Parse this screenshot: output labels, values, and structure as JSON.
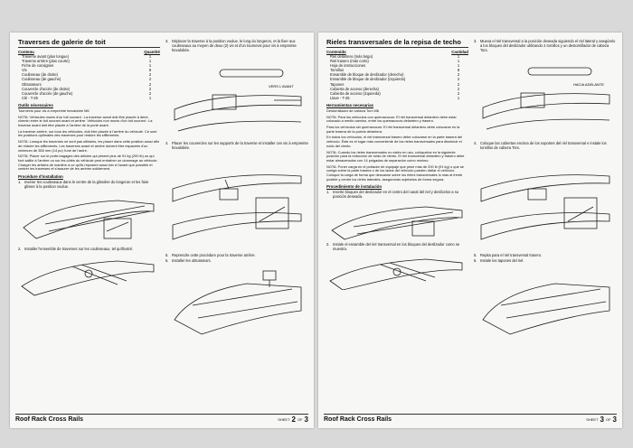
{
  "left": {
    "title": "Traverses de galerie de toit",
    "contents_header": "Contenu",
    "quantity_header": "Quantité",
    "contents": [
      {
        "item": "Traverse avant (plus longue)",
        "qty": "1"
      },
      {
        "item": "Traverse arrière (plus courte)",
        "qty": "1"
      },
      {
        "item": "Fiche de consignes",
        "qty": "1"
      },
      {
        "item": "Vis",
        "qty": "8"
      },
      {
        "item": "Coulisseau (de droite)",
        "qty": "2"
      },
      {
        "item": "Coulisseau (de gauche)",
        "qty": "2"
      },
      {
        "item": "Obturateurs",
        "qty": "2"
      },
      {
        "item": "Couvercle d'accès (de droite)",
        "qty": "2"
      },
      {
        "item": "Couvercle d'accès (de gauche)",
        "qty": "2"
      },
      {
        "item": "Clé - T-25",
        "qty": "1"
      }
    ],
    "tools_head": "Outils nécessaires",
    "tools_text": "Tournevis pour vis à empreinte hexalobée M6",
    "note1": "NOTA: Véhicules munis d'un toit ouvrant : La traverse avant doit être placée à demi-chemin entre le toit ouvrant avant et arrière. Véhicules non munis d'un toit ouvrant : La traverse avant doit être placée à l'arrière de la porte avant.",
    "p1": "La traverse arrière, sur tous les véhicules, doit être placée à l'arrière du véhicule. Ce sont les positions optimales des traverses pour réduire les sifflements.",
    "note2": "NOTA: Lorsque les traverses ne sont pas utilisées, les placer dans cette position aussi afin de réduire les sifflements. Les traverses avant et arrière doivent être espacées d'un minimum de 355 mm (14 po) l'une de l'autre.",
    "note3": "NOTA: Placer sur le porte-bagages des articles qui pèsent plus de 91 kg (200 lb) ou qui font saillie à l'arrière ou sur les côtés du véhicule peut entraîner un dommage au véhicule. Charger les articles de manière à ce qu'ils reposent aussi loin à l'avant que possible et centrer les traverses et s'assurer de les arrimer solidement.",
    "install_head": "Procédure d'installation",
    "steps_c1": [
      {
        "n": "1.",
        "t": "Insérer les coulisseaux dans le centre de la glissière du longeron et les faire glisser à la position voulue."
      },
      {
        "n": "2.",
        "t": "Installer l'ensemble de traverses sur les coulisseaux, tel qu'illustré."
      }
    ],
    "steps_c2": [
      {
        "n": "3.",
        "t": "Déplacer la traverse à la position voulue, le long du longeron, et la fixer aux coulisseaux au moyen de deux (2) vis et d'un tournevis pour vis à empreinte hexalobée."
      },
      {
        "n": "4.",
        "t": "Placer les couvercles sur les supports de la traverse et installer ces vis à empreinte hexalobée."
      },
      {
        "n": "5.",
        "t": "Reprendre cette procédure pour la traverse arrière."
      },
      {
        "n": "6.",
        "t": "Installer les obturateurs."
      }
    ],
    "fig_label": "VERS L'AVANT",
    "footer_title": "Roof Rack Cross Rails",
    "sheet_word": "SHEET",
    "sheet_num": "2",
    "of_word": "OF",
    "sheet_total": "3"
  },
  "right": {
    "title": "Rieles transversales de la repisa de techo",
    "contents_header": "Contenido",
    "quantity_header": "Cantidad",
    "contents": [
      {
        "item": "Riel delantero (más largo)",
        "qty": "1"
      },
      {
        "item": "Riel trasero (más corto)",
        "qty": "1"
      },
      {
        "item": "Hoja de instrucciones",
        "qty": "1"
      },
      {
        "item": "Tornillos",
        "qty": "8"
      },
      {
        "item": "Ensamble de bloque de deslizador (derecho)",
        "qty": "2"
      },
      {
        "item": "Ensamble de bloque de deslizador (izquierdo)",
        "qty": "2"
      },
      {
        "item": "Tapones",
        "qty": "2"
      },
      {
        "item": "Cubierta de acceso (derecha)",
        "qty": "2"
      },
      {
        "item": "Cubierta de acceso (izquierda)",
        "qty": "2"
      },
      {
        "item": "Llave - T-25",
        "qty": "1"
      }
    ],
    "tools_head": "Herramientas necesarias",
    "tools_text": "Destornillador de cabeza Torx M6",
    "note1": "NOTA: Para los vehículos con quemacocos: El riel transversal delantero debe estar colocado a medio camino, entre los quemacocos delantero y trasero.",
    "p1": "Para los vehículos sin quemacocos: El riel transversal delantero debe colocarse en la parte trasera de la puerta delantera.",
    "p2": "En todos los vehículos, el riel transversal trasero debe colocarse en la parte trasera del vehículo. Éste es el lugar más conveniente de los rieles transversales para disminuir el ruido del viento.",
    "note2": "NOTA: Cuando los rieles transversales no estén en uso, colóquelos en la siguiente posición para la reducción de ruido de viento. El riel transversal delantero y trasero debe estar almacenados con 14 pulgadas de separación como mínimo.",
    "note3": "NOTA: Poner carga en el portador de equipaje que pese más de 200 lb (91 kg) o que se cuelga sobre la parte trasera o de los lados del vehículo pueden dañar el vehículo. Coloque la carga de forma que descanse sobre los rieles transversales lo más al frente posible y centre los rieles laterales, asegurando sujetarlos de forma segura.",
    "install_head": "Procedimiento de instalación",
    "steps_c1": [
      {
        "n": "1.",
        "t": "Inserte bloques del deslizador en el centro del canal del riel y deslícelos a su posición deseada."
      },
      {
        "n": "2.",
        "t": "Instale el ensamble del riel transversal en los bloques del deslizador como se muestra."
      }
    ],
    "steps_c2": [
      {
        "n": "3.",
        "t": "Mueva el riel transversal a la posición deseada siguiendo el riel lateral y asegúrelo a los bloques del deslizador utilizando 2 tornillos y un destornillador de cabeza Torx."
      },
      {
        "n": "4.",
        "t": "Coloque las cubiertas encima de los soportes del riel transversal e instale los tornillos de cabeza Torx."
      },
      {
        "n": "5.",
        "t": "Repita para el riel transversal trasero."
      },
      {
        "n": "6.",
        "t": "Instale los tapones del riel."
      }
    ],
    "fig_label": "HACIA ADELANTE",
    "footer_title": "Roof Rack Cross Rails",
    "sheet_word": "SHEET",
    "sheet_num": "3",
    "of_word": "OF",
    "sheet_total": "3"
  }
}
